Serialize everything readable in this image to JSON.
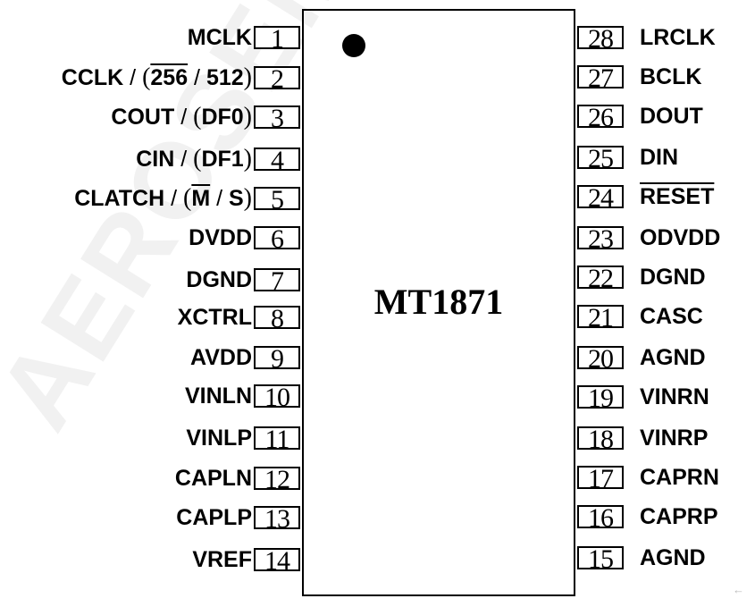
{
  "watermark": "AEROSEMI",
  "chip": {
    "name": "MT1871",
    "pin1_marker": "filled-dot"
  },
  "left_pins": [
    {
      "num": "1",
      "label": [
        {
          "t": "MCLK"
        }
      ]
    },
    {
      "num": "2",
      "label": [
        {
          "t": "CCLK "
        },
        {
          "t": "/",
          "k": "slash"
        },
        {
          "t": " "
        },
        {
          "t": "(",
          "k": "paren"
        },
        {
          "t": "256",
          "over": true
        },
        {
          "t": " / ",
          "k": "slash"
        },
        {
          "t": "512"
        },
        {
          "t": ")",
          "k": "paren"
        }
      ]
    },
    {
      "num": "3",
      "label": [
        {
          "t": "COUT "
        },
        {
          "t": "/",
          "k": "slash"
        },
        {
          "t": " "
        },
        {
          "t": "(",
          "k": "paren"
        },
        {
          "t": "DF0"
        },
        {
          "t": ")",
          "k": "paren"
        }
      ]
    },
    {
      "num": "4",
      "label": [
        {
          "t": "CIN "
        },
        {
          "t": "/",
          "k": "slash"
        },
        {
          "t": " "
        },
        {
          "t": "(",
          "k": "paren"
        },
        {
          "t": "DF1"
        },
        {
          "t": ")",
          "k": "paren"
        }
      ]
    },
    {
      "num": "5",
      "label": [
        {
          "t": "CLATCH "
        },
        {
          "t": "/",
          "k": "slash"
        },
        {
          "t": " "
        },
        {
          "t": "(",
          "k": "paren"
        },
        {
          "t": "M",
          "over": true
        },
        {
          "t": " / ",
          "k": "slash"
        },
        {
          "t": "S"
        },
        {
          "t": ")",
          "k": "paren"
        }
      ]
    },
    {
      "num": "6",
      "label": [
        {
          "t": "DVDD"
        }
      ]
    },
    {
      "num": "7",
      "label": [
        {
          "t": "DGND"
        }
      ]
    },
    {
      "num": "8",
      "label": [
        {
          "t": "XCTRL"
        }
      ]
    },
    {
      "num": "9",
      "label": [
        {
          "t": "AVDD"
        }
      ]
    },
    {
      "num": "10",
      "label": [
        {
          "t": "VINLN"
        }
      ]
    },
    {
      "num": "11",
      "label": [
        {
          "t": "VINLP"
        }
      ]
    },
    {
      "num": "12",
      "label": [
        {
          "t": "CAPLN"
        }
      ]
    },
    {
      "num": "13",
      "label": [
        {
          "t": "CAPLP"
        }
      ]
    },
    {
      "num": "14",
      "label": [
        {
          "t": "VREF"
        }
      ]
    }
  ],
  "right_pins": [
    {
      "num": "28",
      "label": [
        {
          "t": "LRCLK"
        }
      ]
    },
    {
      "num": "27",
      "label": [
        {
          "t": "BCLK"
        }
      ]
    },
    {
      "num": "26",
      "label": [
        {
          "t": "DOUT"
        }
      ]
    },
    {
      "num": "25",
      "label": [
        {
          "t": "DIN"
        }
      ]
    },
    {
      "num": "24",
      "label": [
        {
          "t": "RESET",
          "over": true
        }
      ]
    },
    {
      "num": "23",
      "label": [
        {
          "t": "ODVDD"
        }
      ]
    },
    {
      "num": "22",
      "label": [
        {
          "t": "DGND"
        }
      ]
    },
    {
      "num": "21",
      "label": [
        {
          "t": "CASC"
        }
      ]
    },
    {
      "num": "20",
      "label": [
        {
          "t": "AGND"
        }
      ]
    },
    {
      "num": "19",
      "label": [
        {
          "t": "VINRN"
        }
      ]
    },
    {
      "num": "18",
      "label": [
        {
          "t": "VINRP"
        }
      ]
    },
    {
      "num": "17",
      "label": [
        {
          "t": "CAPRN"
        }
      ]
    },
    {
      "num": "16",
      "label": [
        {
          "t": "CAPRP"
        }
      ]
    },
    {
      "num": "15",
      "label": [
        {
          "t": "AGND"
        }
      ]
    }
  ],
  "corner_arrow": "←"
}
